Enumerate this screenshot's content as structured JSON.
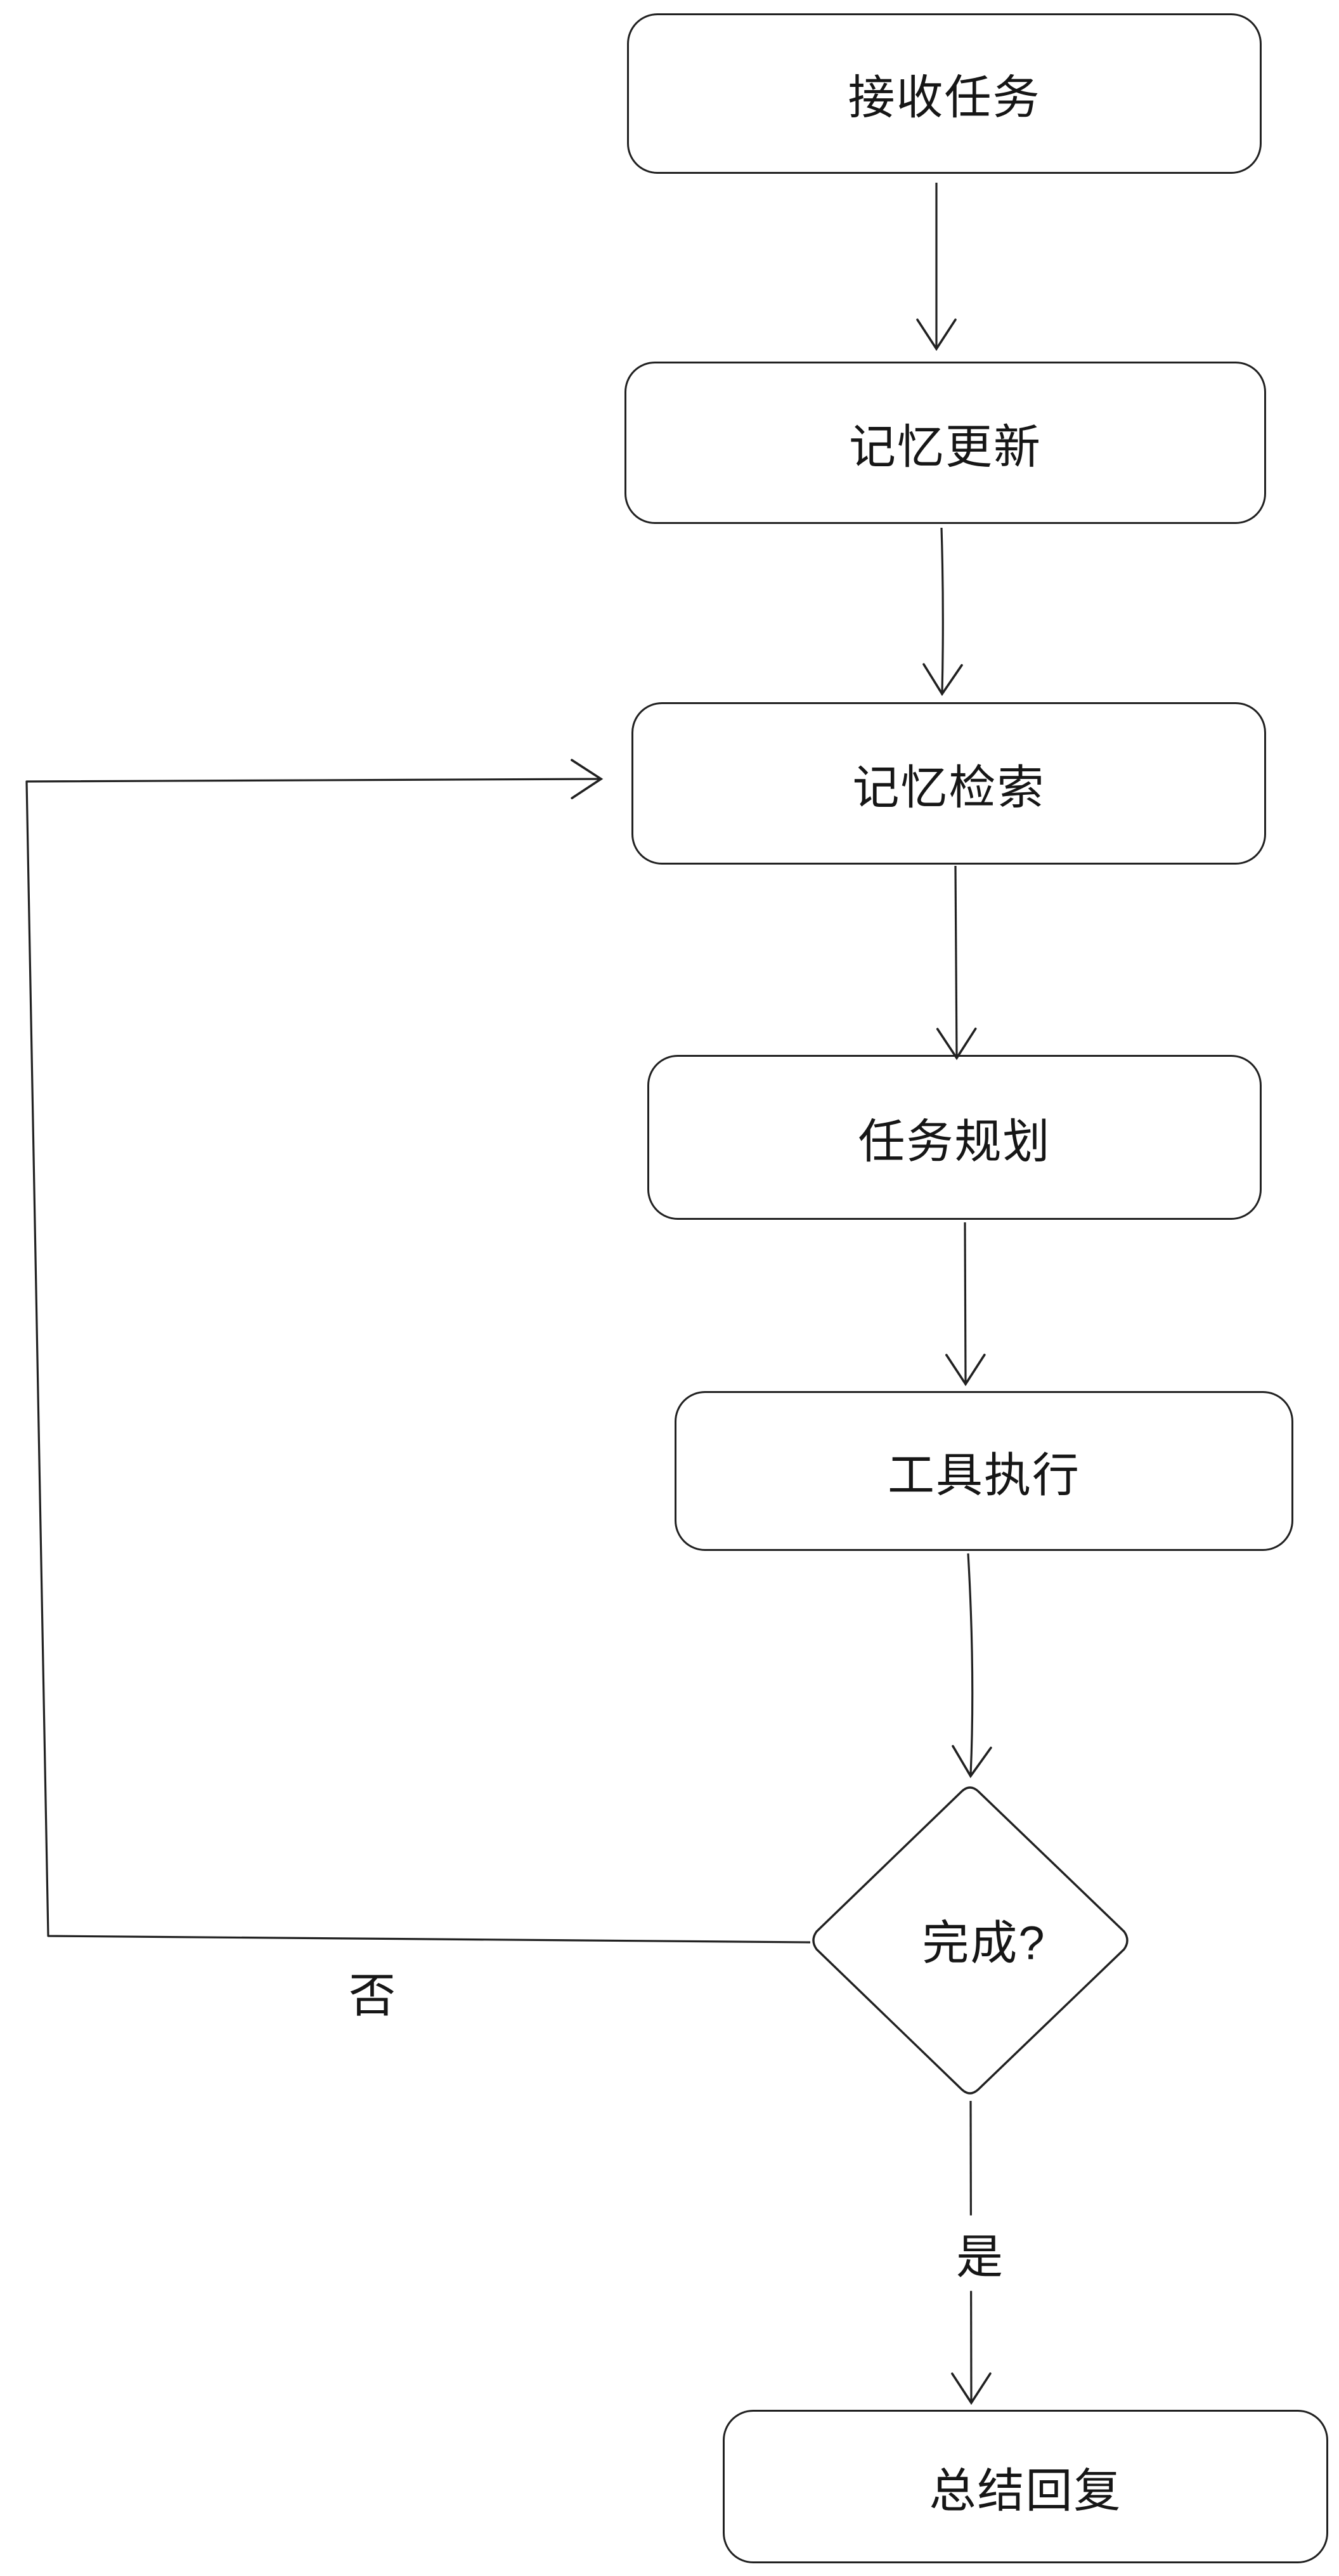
{
  "diagram": {
    "type": "flowchart",
    "background_color": "#ffffff",
    "stroke_color": "#212121",
    "text_color": "#161616",
    "nodes": [
      {
        "id": "receive-task",
        "shape": "rounded-rect",
        "label": "接收任务"
      },
      {
        "id": "memory-update",
        "shape": "rounded-rect",
        "label": "记忆更新"
      },
      {
        "id": "memory-retrieval",
        "shape": "rounded-rect",
        "label": "记忆检索"
      },
      {
        "id": "task-planning",
        "shape": "rounded-rect",
        "label": "任务规划"
      },
      {
        "id": "tool-execution",
        "shape": "rounded-rect",
        "label": "工具执行"
      },
      {
        "id": "complete-decision",
        "shape": "diamond",
        "label": "完成?"
      },
      {
        "id": "summary-reply",
        "shape": "rounded-rect",
        "label": "总结回复"
      }
    ],
    "edges": [
      {
        "from": "receive-task",
        "to": "memory-update",
        "label": ""
      },
      {
        "from": "memory-update",
        "to": "memory-retrieval",
        "label": ""
      },
      {
        "from": "memory-retrieval",
        "to": "task-planning",
        "label": ""
      },
      {
        "from": "task-planning",
        "to": "tool-execution",
        "label": ""
      },
      {
        "from": "tool-execution",
        "to": "complete-decision",
        "label": ""
      },
      {
        "from": "complete-decision",
        "to": "summary-reply",
        "label": "是"
      },
      {
        "from": "complete-decision",
        "to": "memory-retrieval",
        "label": "否"
      }
    ]
  }
}
